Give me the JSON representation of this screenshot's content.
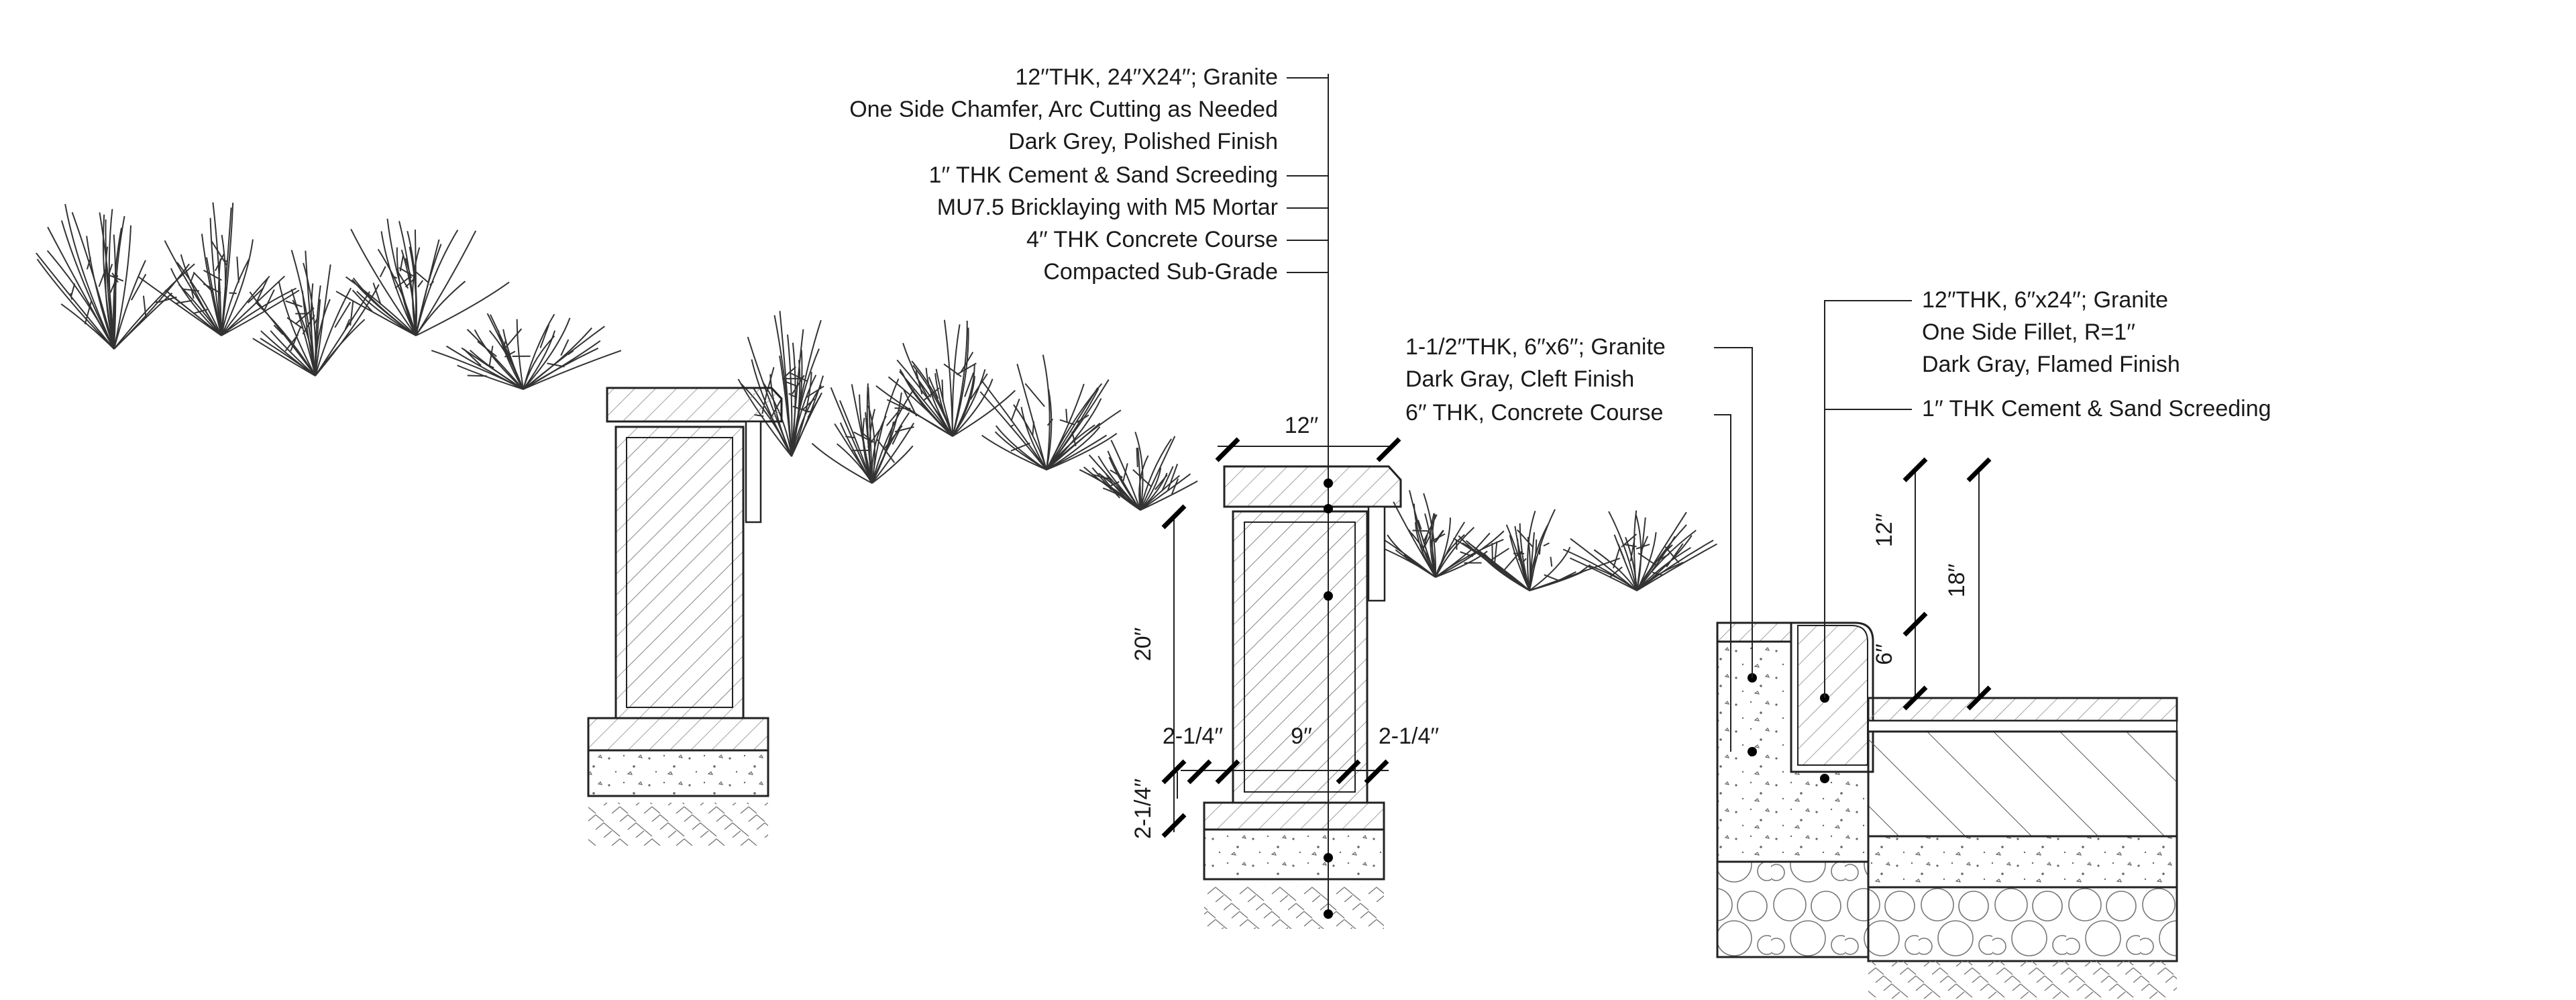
{
  "notes": {
    "wall_cap": [
      "12′′THK, 24′′X24′′; Granite",
      "One Side Chamfer, Arc Cutting as Needed",
      "Dark Grey, Polished Finish",
      "1′′ THK Cement & Sand Screeding",
      "MU7.5 Bricklaying with M5 Mortar",
      "4′′ THK Concrete Course",
      "Compacted Sub-Grade"
    ],
    "edging": [
      "1-1/2′′THK, 6′′x6′′; Granite",
      "Dark Gray, Cleft Finish",
      "6′′ THK, Concrete Course"
    ],
    "curb": [
      "12′′THK, 6′′x24′′; Granite",
      "One Side Fillet, R=1′′",
      "Dark Gray, Flamed Finish",
      "1′′ THK Cement & Sand Screeding"
    ]
  },
  "dimensions": {
    "cap_width": "12′′",
    "wall_height": "20′′",
    "core_width": "9′′",
    "left_offset": "2-1/4′′",
    "right_offset": "2-1/4′′",
    "footing_offset": "2-1/4′′",
    "curb_upper": "12′′",
    "curb_lower": "6′′",
    "curb_total": "18′′"
  },
  "colors": {
    "line": "#222222",
    "hatch": "#8a8a8a",
    "plant": "#333333"
  }
}
